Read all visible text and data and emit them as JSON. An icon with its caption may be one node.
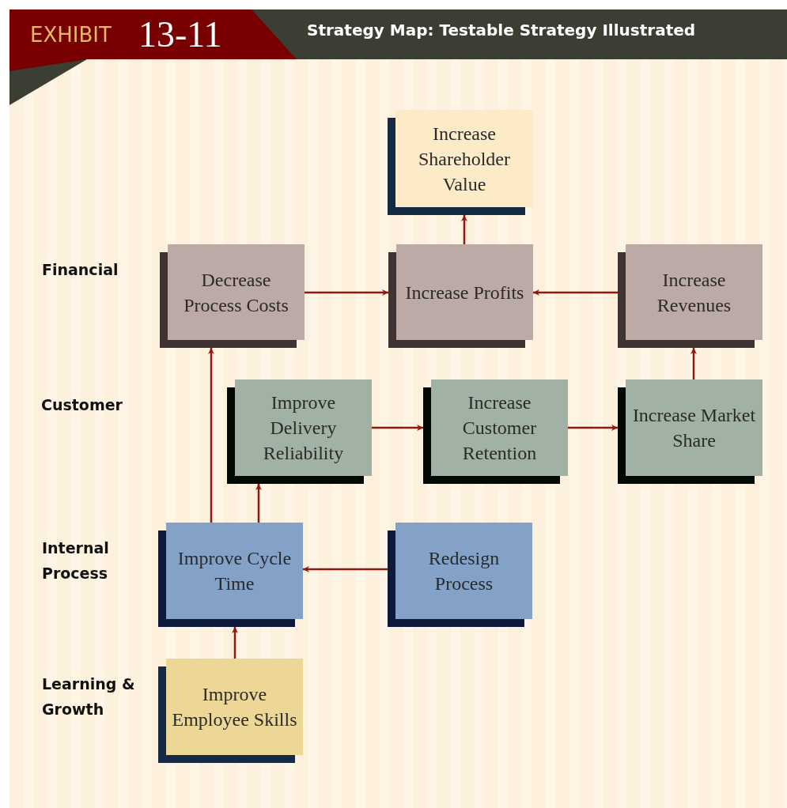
{
  "diagram": {
    "title": "Strategy Map: Testable Strategy Illustrated",
    "nodes": [
      {
        "text": [
          "Increase Shareholder Value"
        ]
      },
      {
        "text": [
          "Decrease Process Costs"
        ]
      },
      {
        "text": [
          "Increase Profits"
        ]
      },
      {
        "text": [
          "Increase Revenues"
        ]
      },
      {
        "text": [
          "Improve Delivery Reliability"
        ]
      },
      {
        "text": [
          "Increase Customer Retention"
        ]
      },
      {
        "text": [
          "Increase Market Share"
        ]
      },
      {
        "text": [
          "Improve Cycle Time"
        ]
      },
      {
        "text": [
          "Redesign Process"
        ]
      },
      {
        "text": [
          "Improve Employee Skills"
        ]
      }
    ],
    "edges": [
      {
        "from": 2,
        "to": 0,
        "arrow": "to"
      },
      {
        "from": 1,
        "to": 2,
        "arrow": "to"
      },
      {
        "from": 3,
        "to": 2,
        "arrow": "to"
      },
      {
        "from": 6,
        "to": 3,
        "arrow": "to"
      },
      {
        "from": 4,
        "to": 5,
        "arrow": "to"
      },
      {
        "from": 5,
        "to": 6,
        "arrow": "to"
      },
      {
        "from": 7,
        "to": 1,
        "arrow": "to"
      },
      {
        "from": 7,
        "to": 4,
        "arrow": "to"
      },
      {
        "from": 8,
        "to": 7,
        "arrow": "to"
      },
      {
        "from": 9,
        "to": 7,
        "arrow": "to"
      }
    ],
    "labels": [
      "EXHIBIT",
      "13-11",
      "Financial",
      "Customer",
      "Internal Process",
      "Learning & Growth"
    ]
  }
}
